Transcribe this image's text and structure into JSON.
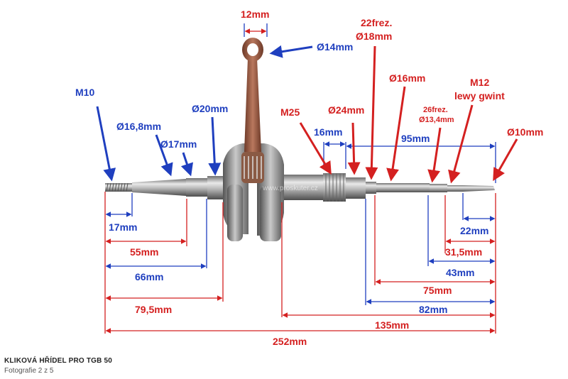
{
  "diagram": {
    "labels": {
      "m10": "M10",
      "d16_8": "Ø16,8mm",
      "d17": "Ø17mm",
      "d20": "Ø20mm",
      "w12": "12mm",
      "d14": "Ø14mm",
      "frez22": "22frez.",
      "d18": "Ø18mm",
      "d16": "Ø16mm",
      "m12": "M12",
      "lewy": "lewy gwint",
      "m25": "M25",
      "d24": "Ø24mm",
      "w16": "16mm",
      "frez26": "26frez.",
      "d13_4": "Ø13,4mm",
      "w95": "95mm",
      "d10": "Ø10mm",
      "watermark": "www.proskuter.cz"
    },
    "dimensions": {
      "l17": "17mm",
      "l55": "55mm",
      "l66": "66mm",
      "l79_5": "79,5mm",
      "r22": "22mm",
      "r31_5": "31,5mm",
      "r43": "43mm",
      "r75": "75mm",
      "r82": "82mm",
      "r135": "135mm",
      "total": "252mm"
    },
    "colors": {
      "blue": "#1f3fbf",
      "red": "#d42020",
      "part_metal": "#9a9a9a",
      "rod_copper": "#a5644a"
    }
  },
  "caption": {
    "title": "KLIKOVÁ HŘÍDEL PRO TGB 50",
    "subtitle": "Fotografie 2 z 5"
  }
}
